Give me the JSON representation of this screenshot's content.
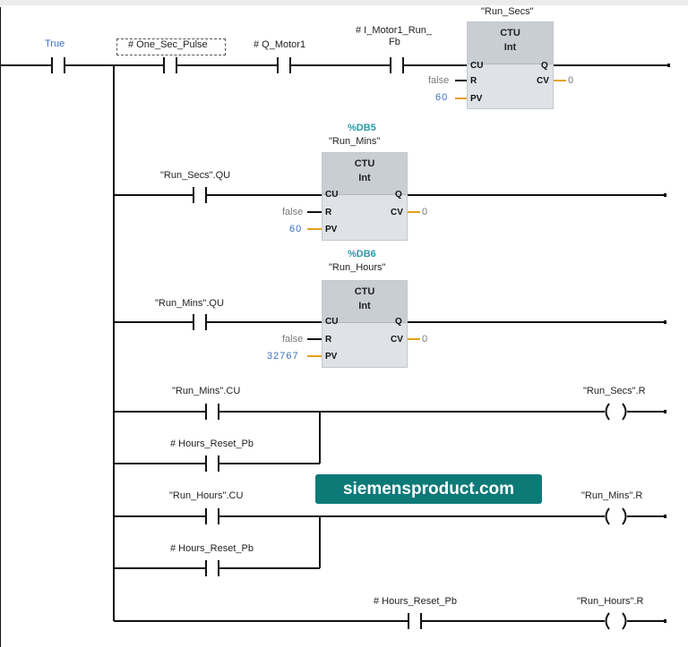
{
  "rungs": {
    "r1": {
      "contact_true": "True",
      "contact_pulse": "# One_Sec_Pulse",
      "contact_motor": "# Q_Motor1",
      "contact_fb_line1": "# I_Motor1_Run_",
      "contact_fb_line2": "Fb",
      "block_name": "\"Run_Secs\"",
      "block_type": "CTU",
      "block_dtype": "Int",
      "r_value": "false",
      "pv_value": "60",
      "cv_value": "0"
    },
    "r2": {
      "db": "%DB5",
      "block_name": "\"Run_Mins\"",
      "block_type": "CTU",
      "block_dtype": "Int",
      "contact": "\"Run_Secs\".QU",
      "r_value": "false",
      "pv_value": "60",
      "cv_value": "0"
    },
    "r3": {
      "db": "%DB6",
      "block_name": "\"Run_Hours\"",
      "block_type": "CTU",
      "block_dtype": "Int",
      "contact": "\"Run_Mins\".QU",
      "r_value": "false",
      "pv_value": "32767",
      "cv_value": "0"
    },
    "r4": {
      "contact": "\"Run_Mins\".CU",
      "parallel_contact": "# Hours_Reset_Pb",
      "coil": "\"Run_Secs\".R"
    },
    "r5": {
      "contact": "\"Run_Hours\".CU",
      "parallel_contact": "# Hours_Reset_Pb",
      "coil": "\"Run_Mins\".R"
    },
    "r6": {
      "contact": "# Hours_Reset_Pb",
      "coil": "\"Run_Hours\".R"
    }
  },
  "pins": {
    "cu": "CU",
    "r": "R",
    "pv": "PV",
    "q": "Q",
    "cv": "CV"
  },
  "watermark": "siemensproduct.com",
  "colors": {
    "wire": "#111111",
    "pin_wire": "#e3a21a",
    "block": "#dfe2e6",
    "block_header": "#c9ced4",
    "watermark_bg": "#0d7a78"
  }
}
